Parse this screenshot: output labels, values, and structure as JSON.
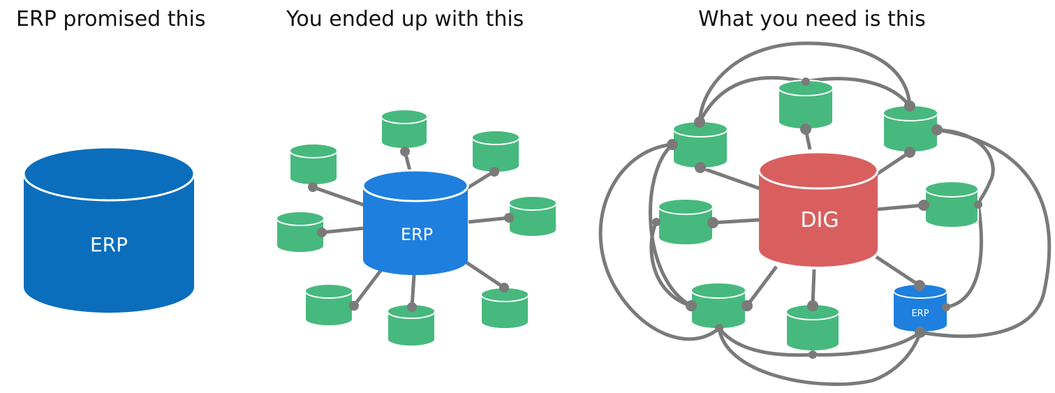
{
  "panels": [
    {
      "title": "ERP promised this",
      "center_label": "ERP"
    },
    {
      "title": "You ended up with this",
      "center_label": "ERP"
    },
    {
      "title": "What you need is this",
      "center_label": "DIG",
      "erp_node_label": "ERP"
    }
  ],
  "colors": {
    "erp_dark_blue": "#0a6ebd",
    "erp_blue": "#1e7fde",
    "system_green": "#47b97e",
    "dig_red": "#d95f5f",
    "connector_gray": "#7a7a7a"
  }
}
